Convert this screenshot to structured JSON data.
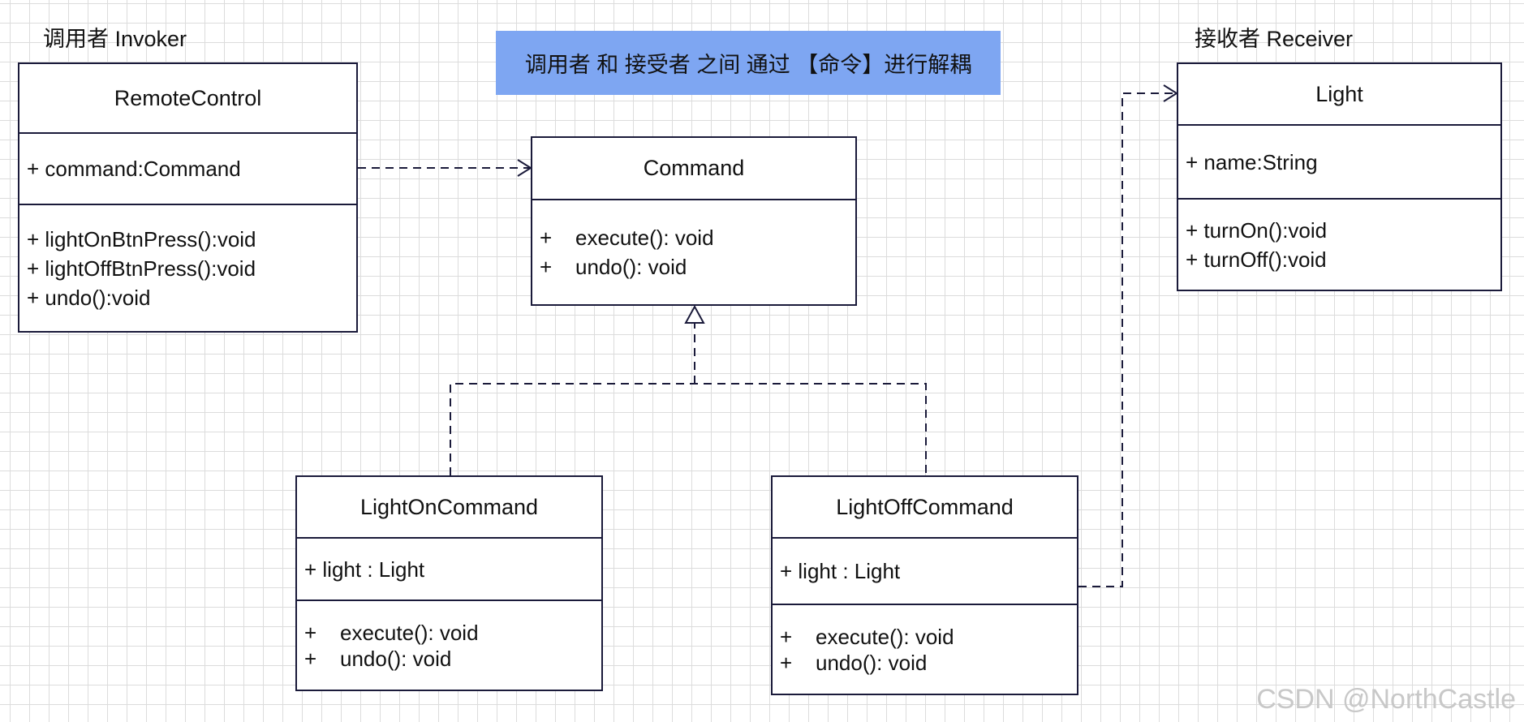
{
  "labels": {
    "invoker": "调用者 Invoker",
    "receiver": "接收者 Receiver",
    "banner": "调用者 和 接受者 之间 通过 【命令】进行解耦"
  },
  "classes": {
    "remote_control": {
      "name": "RemoteControl",
      "attributes": [
        "+ command:Command"
      ],
      "operations": [
        "+ lightOnBtnPress():void",
        "+ lightOffBtnPress():void",
        "+ undo():void"
      ]
    },
    "command": {
      "name": "Command",
      "operations": [
        {
          "vis": "+",
          "text": "execute(): void"
        },
        {
          "vis": "+",
          "text": "undo(): void"
        }
      ]
    },
    "light": {
      "name": "Light",
      "attributes": [
        "+ name:String"
      ],
      "operations": [
        "+ turnOn():void",
        "+ turnOff():void"
      ]
    },
    "light_on_command": {
      "name": "LightOnCommand",
      "attributes": [
        "+ light : Light"
      ],
      "operations": [
        {
          "vis": "+",
          "text": "execute(): void"
        },
        {
          "vis": "+",
          "text": "undo(): void"
        }
      ]
    },
    "light_off_command": {
      "name": "LightOffCommand",
      "attributes": [
        "+ light : Light"
      ],
      "operations": [
        {
          "vis": "+",
          "text": "execute(): void"
        },
        {
          "vis": "+",
          "text": "undo(): void"
        }
      ]
    }
  },
  "watermark": "CSDN @NorthCastle",
  "colors": {
    "banner": "#7ea6f2",
    "border": "#1a1a3a",
    "grid": "#dcdcdc"
  }
}
